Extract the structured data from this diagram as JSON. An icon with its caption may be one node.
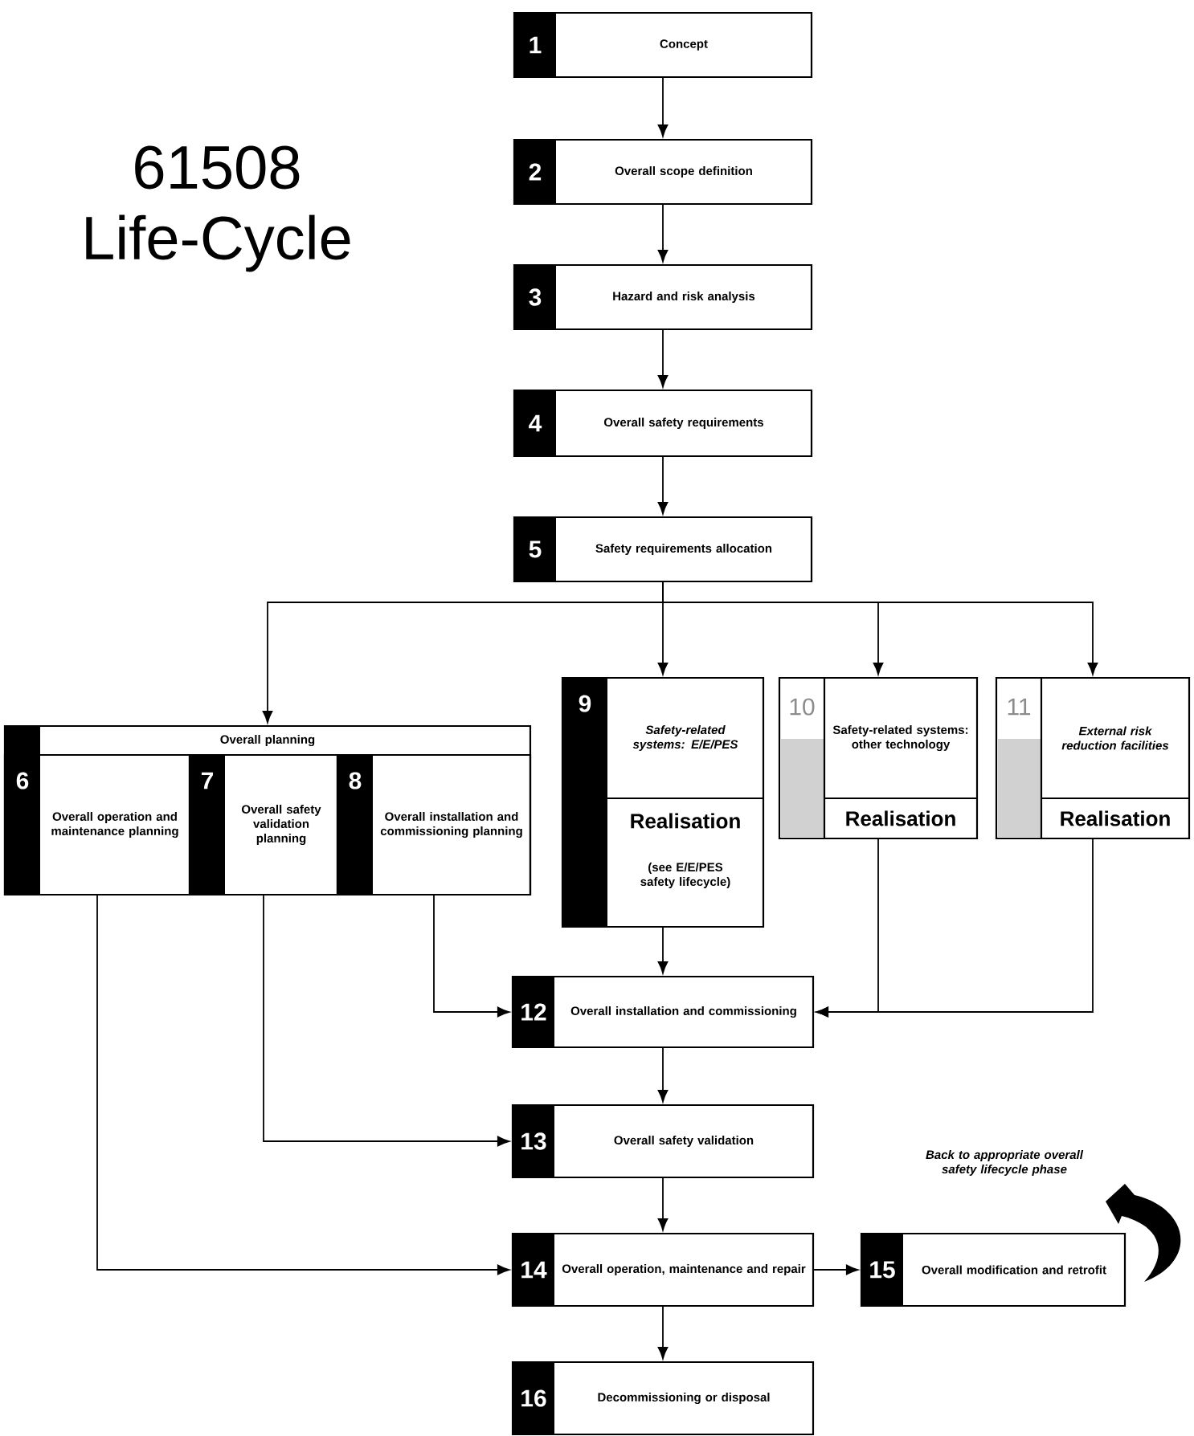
{
  "diagram": {
    "title": "61508 Life-Cycle",
    "nodes": [
      {
        "text": [
          "1",
          "Concept"
        ]
      },
      {
        "text": [
          "2",
          "Overall scope definition"
        ]
      },
      {
        "text": [
          "3",
          "Hazard and risk analysis"
        ]
      },
      {
        "text": [
          "4",
          "Overall safety requirements"
        ]
      },
      {
        "text": [
          "5",
          "Safety requirements allocation"
        ]
      },
      {
        "text": [
          "Overall planning"
        ]
      },
      {
        "text": [
          "6",
          "Overall operation and maintenance planning"
        ],
        "in": 5
      },
      {
        "text": [
          "7",
          "Overall safety validation planning"
        ],
        "in": 5
      },
      {
        "text": [
          "8",
          "Overall installation and commissioning planning"
        ],
        "in": 5
      },
      {
        "text": [
          "9",
          "Safety-related systems: E/E/PES",
          "Realisation",
          "(see E/E/PES safety lifecycle)"
        ]
      },
      {
        "text": [
          "10",
          "Safety-related systems: other technology",
          "Realisation"
        ]
      },
      {
        "text": [
          "11",
          "External risk reduction facilities",
          "Realisation"
        ]
      },
      {
        "text": [
          "12",
          "Overall installation and commissioning"
        ]
      },
      {
        "text": [
          "13",
          "Overall safety validation"
        ]
      },
      {
        "text": [
          "14",
          "Overall operation, maintenance and repair"
        ]
      },
      {
        "text": [
          "15",
          "Overall modification and retrofit"
        ]
      },
      {
        "text": [
          "16",
          "Decommissioning or disposal"
        ]
      }
    ],
    "edges": [
      {
        "from": 0,
        "to": 1,
        "arrow": "to"
      },
      {
        "from": 1,
        "to": 2,
        "arrow": "to"
      },
      {
        "from": 2,
        "to": 3,
        "arrow": "to"
      },
      {
        "from": 3,
        "to": 4,
        "arrow": "to"
      },
      {
        "from": 4,
        "to": 5,
        "arrow": "to"
      },
      {
        "from": 4,
        "to": 9,
        "arrow": "to"
      },
      {
        "from": 4,
        "to": 10,
        "arrow": "to"
      },
      {
        "from": 4,
        "to": 11,
        "arrow": "to"
      },
      {
        "from": 9,
        "to": 12,
        "arrow": "to"
      },
      {
        "from": 8,
        "to": 12,
        "arrow": "to"
      },
      {
        "from": 10,
        "to": 12,
        "arrow": "to"
      },
      {
        "from": 11,
        "to": 12,
        "arrow": "to"
      },
      {
        "from": 7,
        "to": 13,
        "arrow": "to"
      },
      {
        "from": 6,
        "to": 14,
        "arrow": "to"
      },
      {
        "from": 12,
        "to": 13,
        "arrow": "to"
      },
      {
        "from": 13,
        "to": 14,
        "arrow": "to"
      },
      {
        "from": 14,
        "to": 15,
        "arrow": "to"
      },
      {
        "from": 14,
        "to": 16,
        "arrow": "to"
      }
    ],
    "labels": [
      "Back to appropriate overall safety lifecycle phase"
    ]
  }
}
